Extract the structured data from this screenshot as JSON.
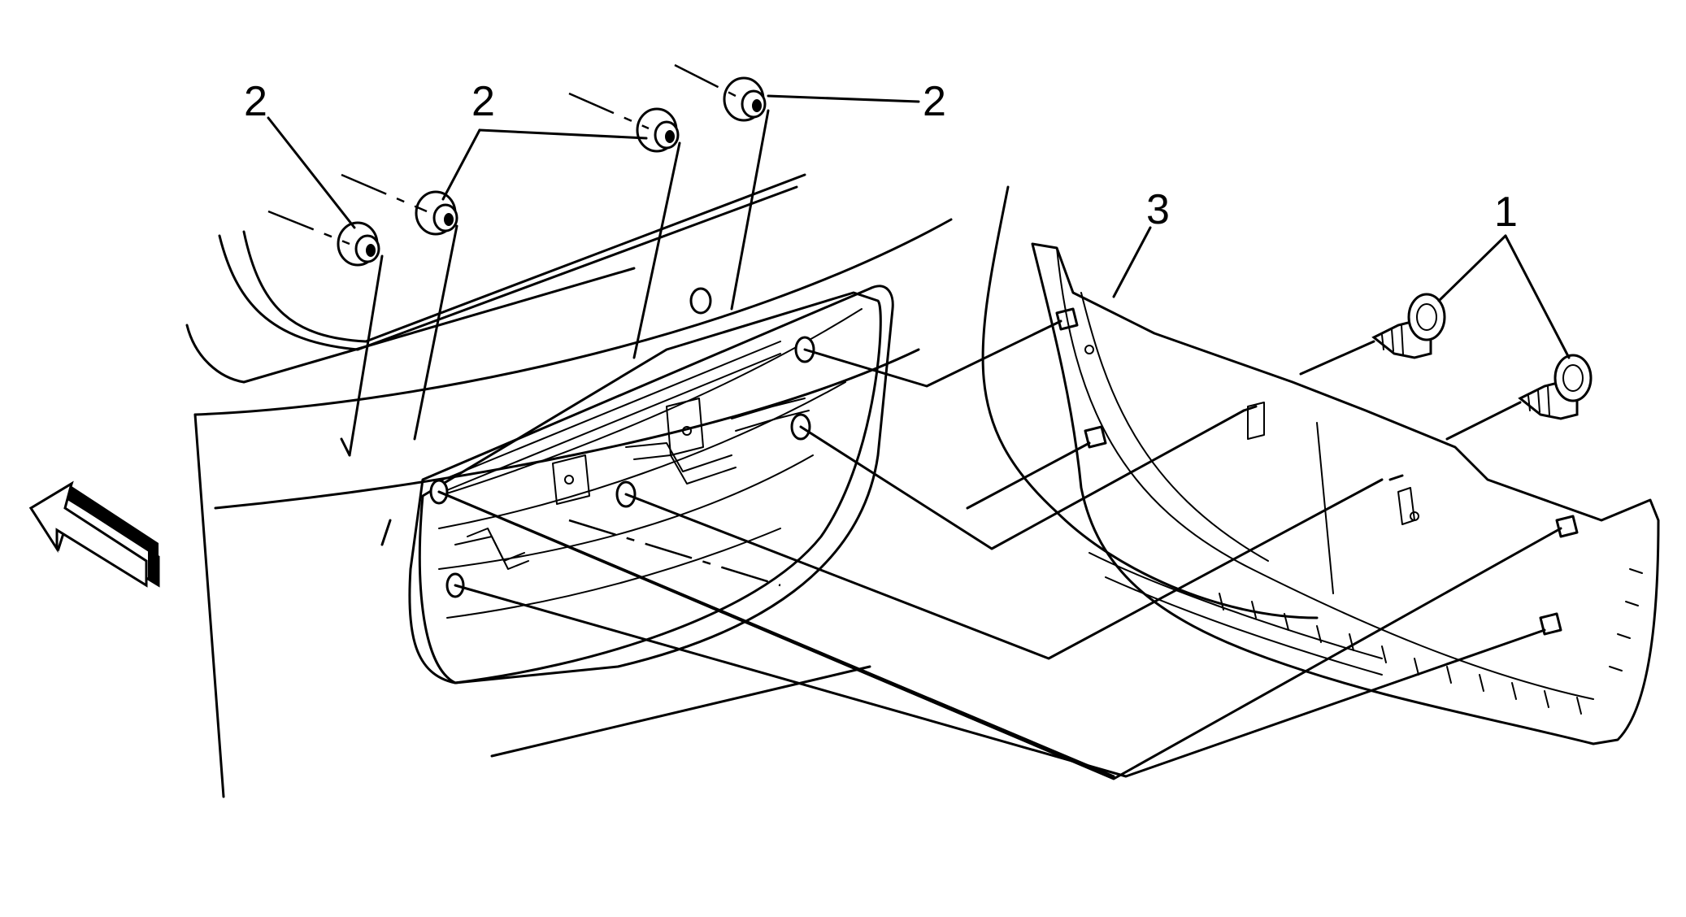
{
  "callouts": {
    "fastener_1": "1",
    "nut_2_far_left": "2",
    "nut_2_center": "2",
    "nut_2_right": "2",
    "panel_3": "3"
  },
  "icons": {
    "forward_arrow": "front-direction-arrow-icon"
  },
  "colors": {
    "line": "#000000",
    "background": "#ffffff"
  }
}
